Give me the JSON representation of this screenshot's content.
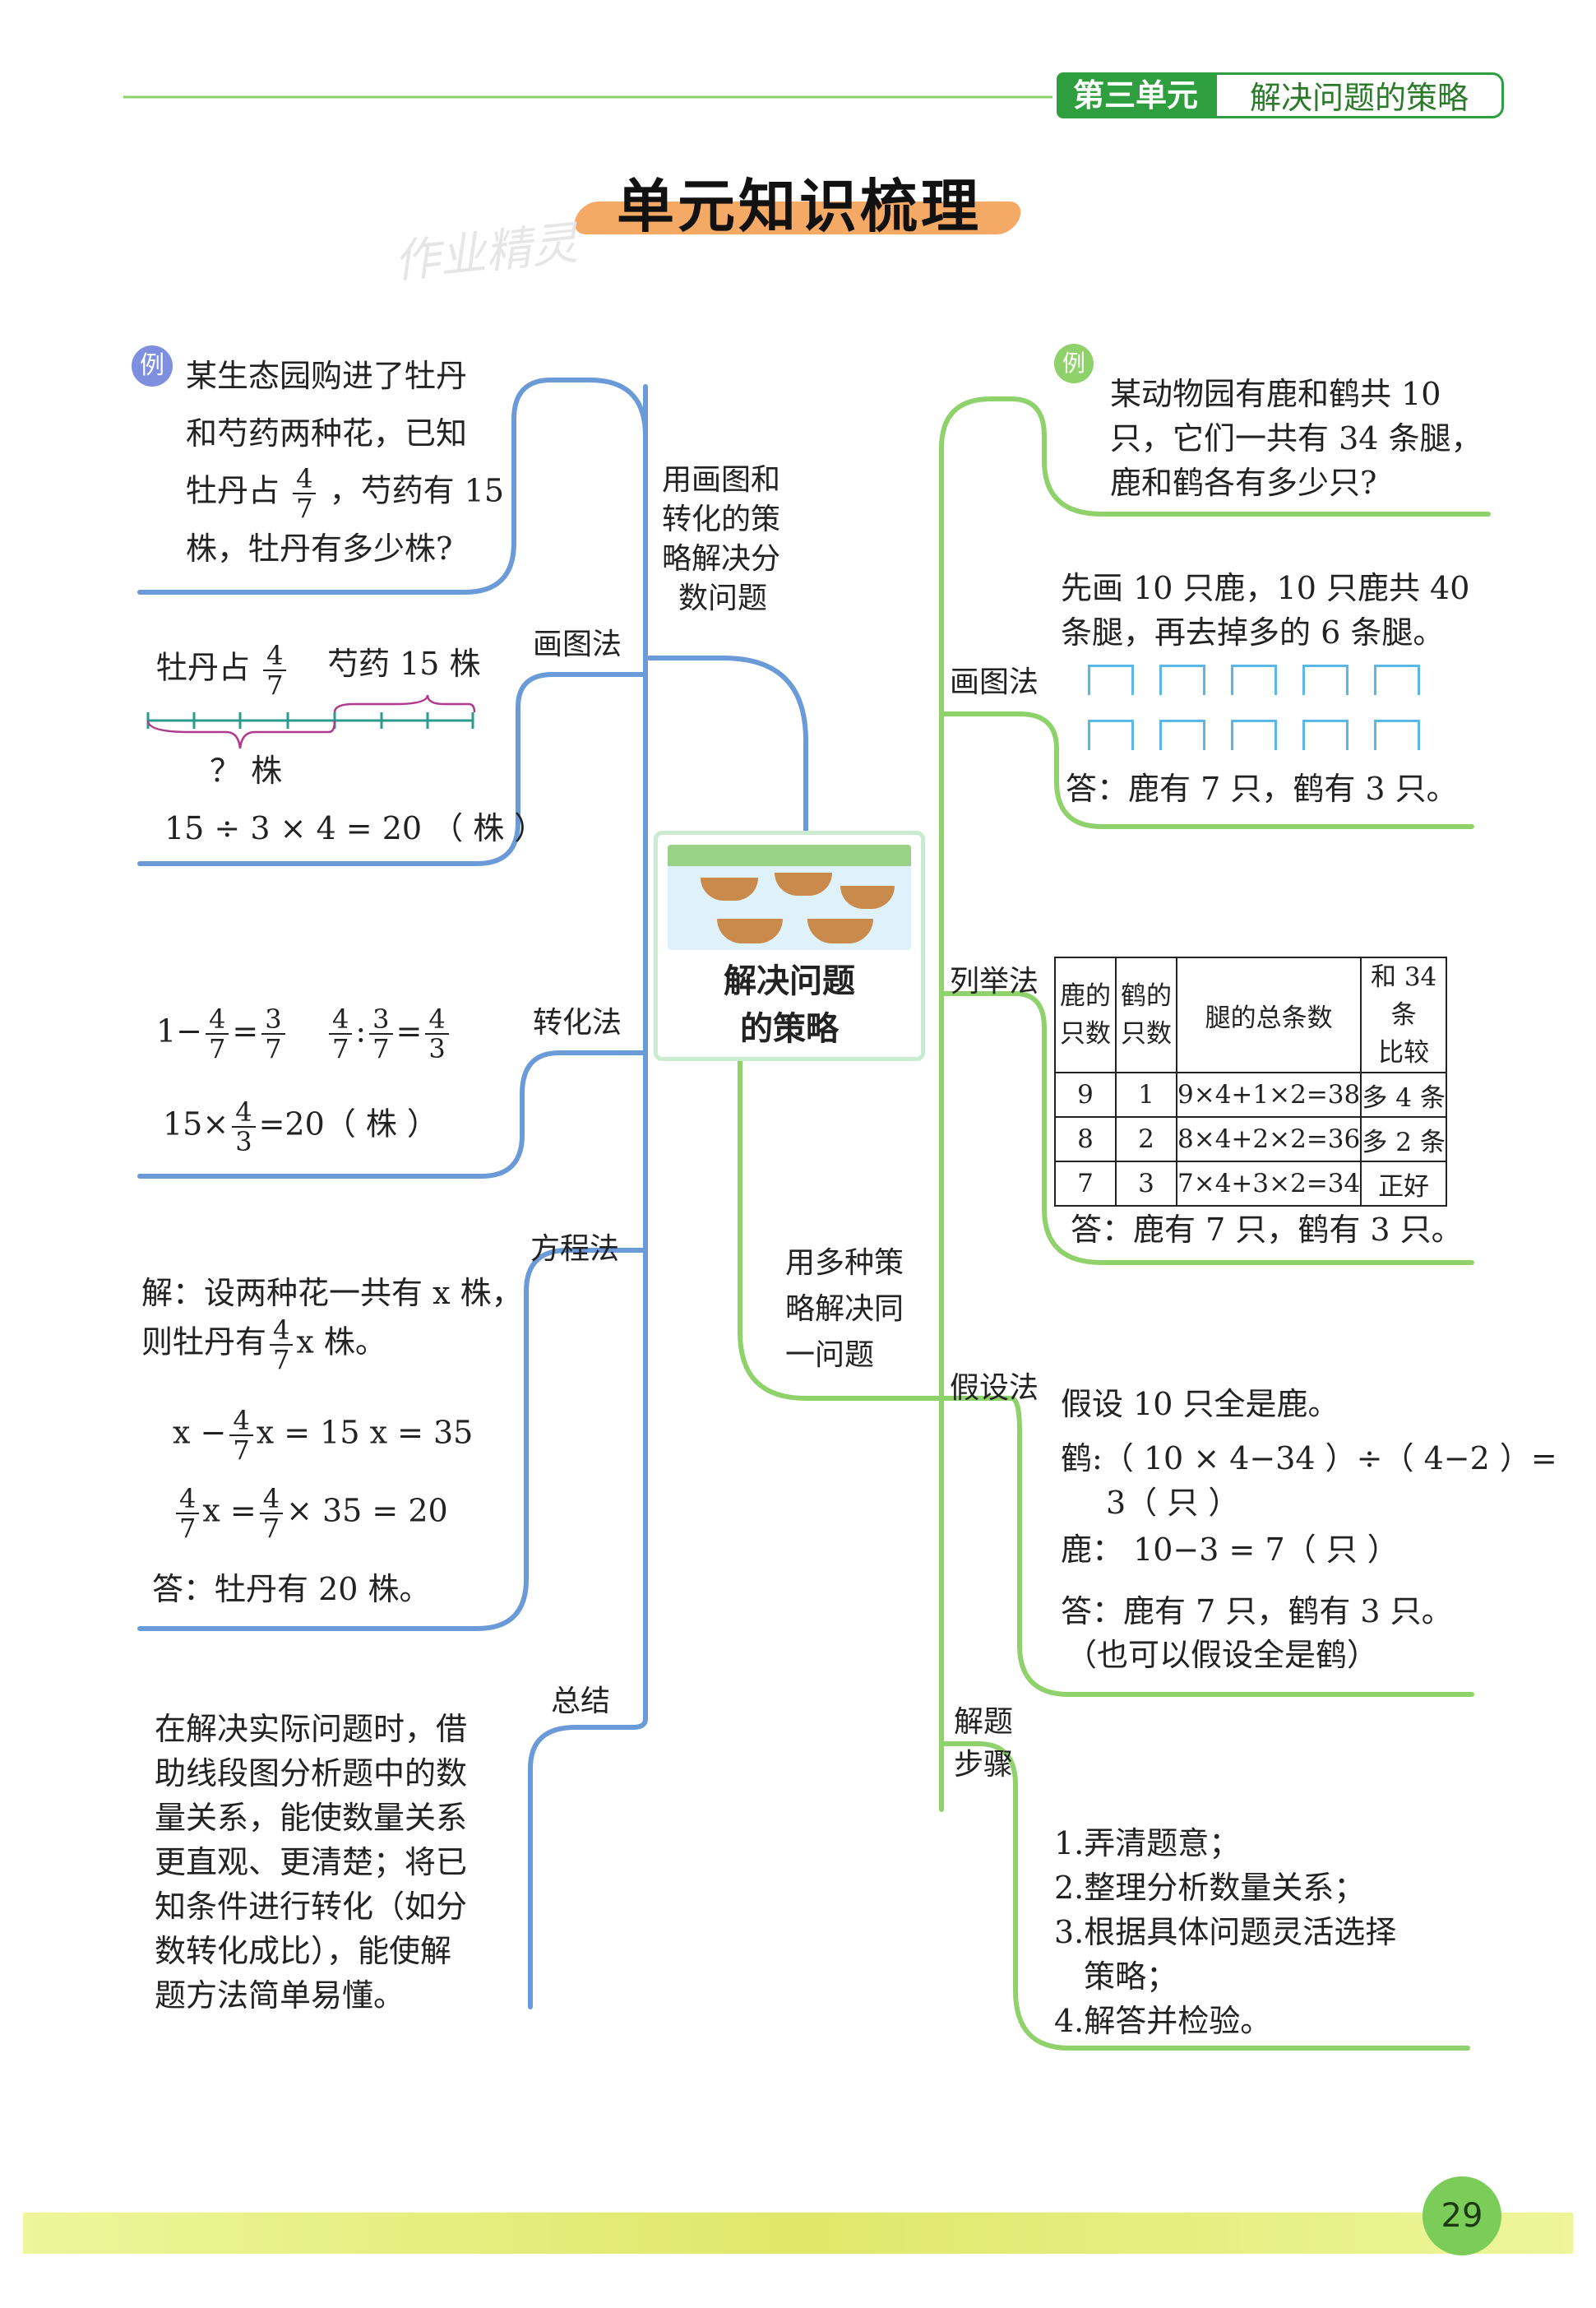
{
  "header": {
    "unit": "第三单元",
    "topic": "解决问题的策略"
  },
  "title": "单元知识梳理",
  "watermark": "作业精灵",
  "center": {
    "line1": "解决问题",
    "line2": "的策略"
  },
  "left_branch": {
    "label": "用画图和转化的策略解决分数问题",
    "label_lines": [
      "用画图和",
      "转化的策",
      "略解决分",
      "数问题"
    ],
    "example_badge": "例",
    "example_lines": [
      "某生态园购进了牡丹",
      "和芍药两种花，已知",
      "牡丹占",
      "，芍药有 15",
      "株，牡丹有多少株?"
    ],
    "huatu": {
      "label": "画图法",
      "peony": "牡丹占",
      "shaoyao": "芍药 15 株",
      "q": "？ 株",
      "calc": "15 ÷ 3 × 4 = 20 （ 株 ）"
    },
    "zhuanhua": {
      "label": "转化法",
      "expr1a": "1−",
      "expr1b": "=",
      "ratio_sep": ":",
      "eq": "=",
      "calc_pre": "15×",
      "calc_post": "=20（ 株 ）"
    },
    "fangcheng": {
      "label": "方程法",
      "l1": "解：设两种花一共有 x 株，",
      "l2a": "则牡丹有",
      "l2b": "x 株。",
      "l3a": "x −",
      "l3b": "x = 15    x = 35",
      "l4b": "x =",
      "l4c": "× 35 = 20",
      "ans": "答：牡丹有 20 株。"
    },
    "zongjie": {
      "label": "总结",
      "lines": [
        "在解决实际问题时，借",
        "助线段图分析题中的数",
        "量关系，能使数量关系",
        "更直观、更清楚；将已",
        "知条件进行转化（如分",
        "数转化成比），能使解",
        "题方法简单易懂。"
      ]
    }
  },
  "fractions": {
    "four_sevenths": {
      "n": "4",
      "d": "7"
    },
    "three_sevenths": {
      "n": "3",
      "d": "7"
    },
    "four_thirds": {
      "n": "4",
      "d": "3"
    }
  },
  "right_branch": {
    "label_lines": [
      "用多种策",
      "略解决同",
      "一问题"
    ],
    "example_badge": "例",
    "example_lines": [
      "某动物园有鹿和鹤共 10",
      "只，它们一共有 34 条腿，",
      "鹿和鹤各有多少只?"
    ],
    "huatu": {
      "label": "画图法",
      "lines": [
        "先画 10 只鹿，10 只鹿共 40",
        "条腿，再去掉多的 6 条腿。"
      ],
      "ans": "答：鹿有 7 只，鹤有 3 只。"
    },
    "liejv": {
      "label": "列举法",
      "headers": [
        [
          "鹿的",
          "只数"
        ],
        [
          "鹤的",
          "只数"
        ],
        [
          "腿的总条数"
        ],
        [
          "和 34 条",
          "比较"
        ]
      ],
      "rows": [
        [
          "9",
          "1",
          "9×4+1×2=38",
          "多 4 条"
        ],
        [
          "8",
          "2",
          "8×4+2×2=36",
          "多 2 条"
        ],
        [
          "7",
          "3",
          "7×4+3×2=34",
          "正好"
        ]
      ],
      "ans": "答：鹿有 7 只，鹤有 3 只。"
    },
    "jiashe": {
      "label": "假设法",
      "lines": [
        "假设 10 只全是鹿。",
        "鹤:（ 10 × 4−34 ）÷（ 4−2 ）=",
        "3（ 只 ）",
        "鹿： 10−3 = 7（ 只 ）",
        "答：鹿有 7 只，鹤有 3 只。",
        "（也可以假设全是鹤）"
      ]
    },
    "buzhou": {
      "label_lines": [
        "解题",
        "步骤"
      ],
      "lines": [
        "1.弄清题意；",
        "2.整理分析数量关系；",
        "3.根据具体问题灵活选择",
        "策略；",
        "4.解答并检验。"
      ]
    }
  },
  "page_number": "29",
  "colors": {
    "blue": "#6a9bd8",
    "green": "#8fd16b",
    "tag_green": "#2e9e3e",
    "title_brush": "#f29a4a",
    "footer": "#dfe86a"
  }
}
